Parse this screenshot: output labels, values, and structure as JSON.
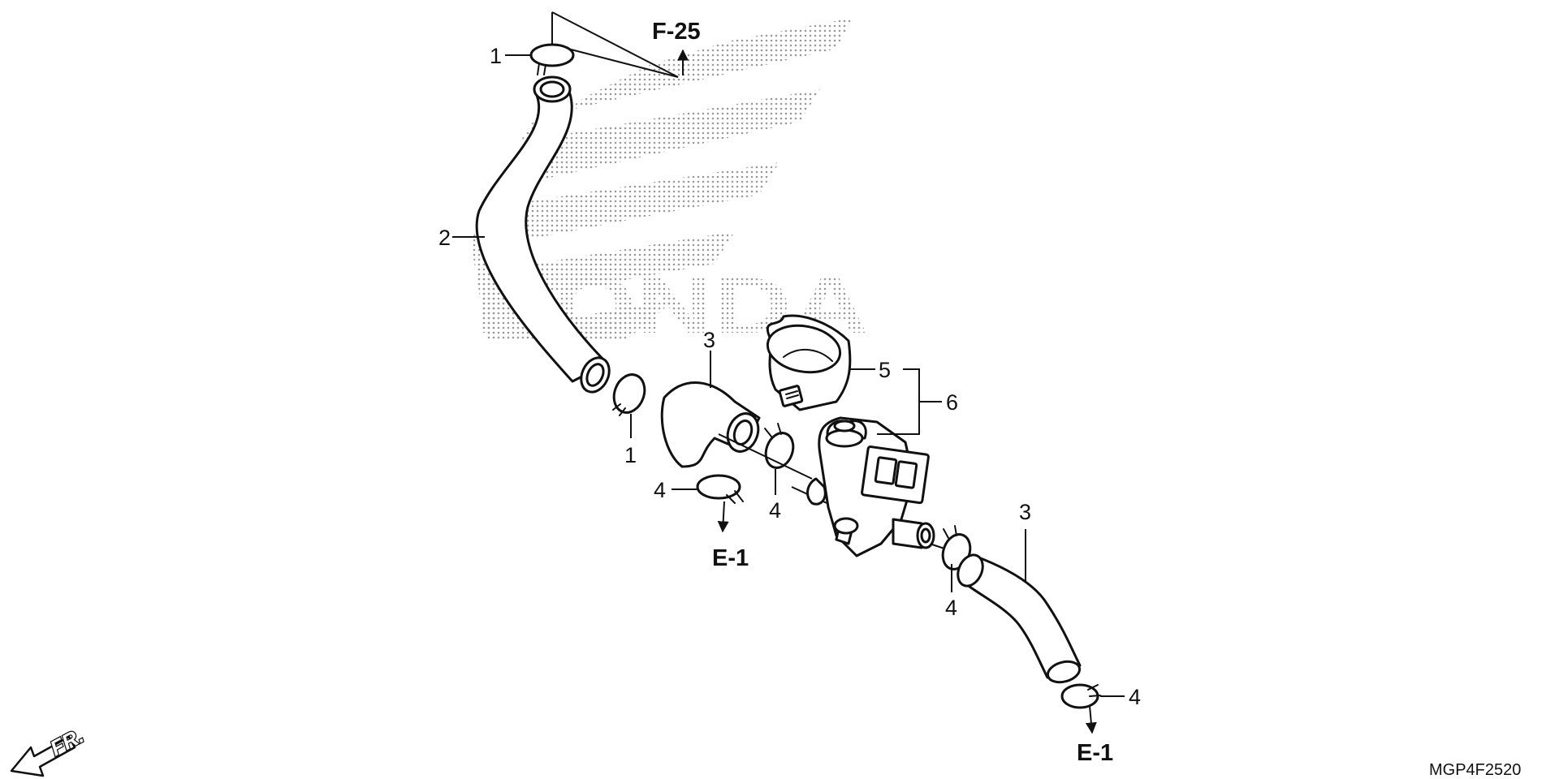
{
  "watermark": {
    "brand_text": "HONDA",
    "color": "#9a9a9a"
  },
  "callouts": {
    "clip_1_top": "1",
    "hose_2": "2",
    "clip_1_mid": "1",
    "hose_3_upper": "3",
    "clip_4_left": "4",
    "clip_4_mid": "4",
    "cover_5": "5",
    "valve_6": "6",
    "clip_4_lower": "4",
    "hose_3_lower": "3",
    "clip_4_right": "4"
  },
  "references": {
    "f25": "F-25",
    "e1_left": "E-1",
    "e1_right": "E-1"
  },
  "front_indicator": "FR.",
  "diagram_code": "MGP4F2520",
  "colors": {
    "ink": "#111111",
    "background": "#ffffff",
    "watermark_dots": "#9a9a9a"
  }
}
